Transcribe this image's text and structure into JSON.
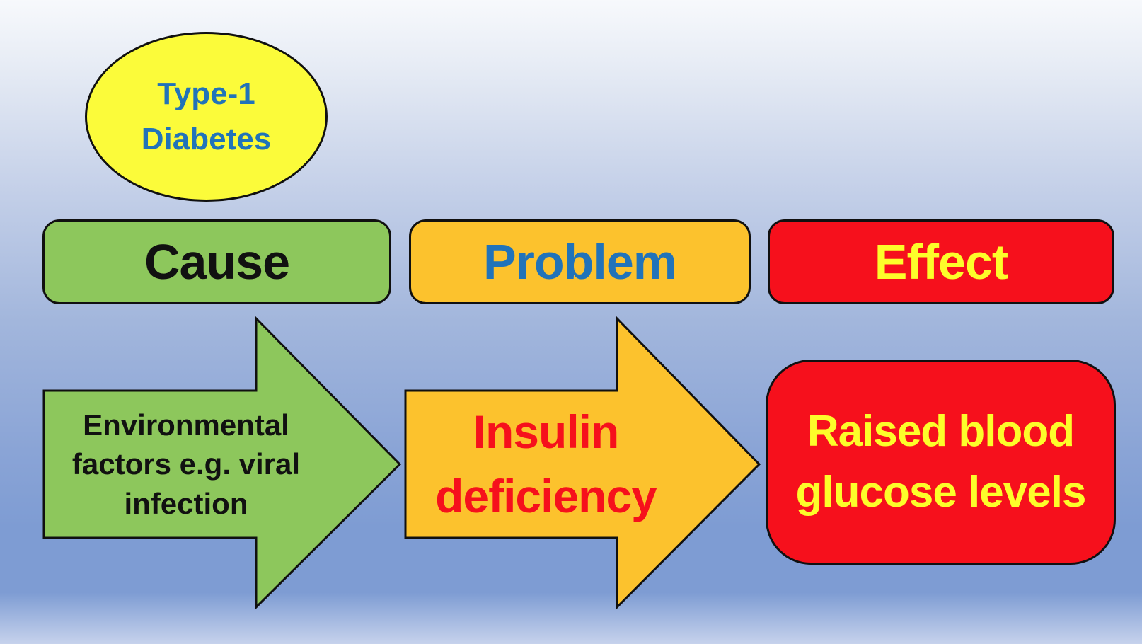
{
  "diagram": {
    "outline_color": "#101010",
    "topic_bubble": {
      "lines": [
        "Type-1",
        "Diabetes"
      ],
      "fill": "#fbfb3a",
      "text_color": "#2173b9"
    },
    "headers": [
      {
        "label": "Cause",
        "fill": "#8dc75c",
        "text_color": "#111111"
      },
      {
        "label": "Problem",
        "fill": "#fcc22d",
        "text_color": "#2173b9"
      },
      {
        "label": "Effect",
        "fill": "#f6101c",
        "text_color": "#fdfd2a"
      }
    ],
    "cause_arrow": {
      "lines": [
        "Environmental",
        "factors e.g. viral",
        "infection"
      ],
      "fill": "#8dc75c",
      "text_color": "#111111"
    },
    "problem_arrow": {
      "lines": [
        "Insulin",
        "deficiency"
      ],
      "fill": "#fcc22d",
      "text_color": "#f6101c"
    },
    "effect_box": {
      "lines": [
        "Raised blood",
        "glucose levels"
      ],
      "fill": "#f6101c",
      "text_color": "#fdfd2a"
    }
  }
}
